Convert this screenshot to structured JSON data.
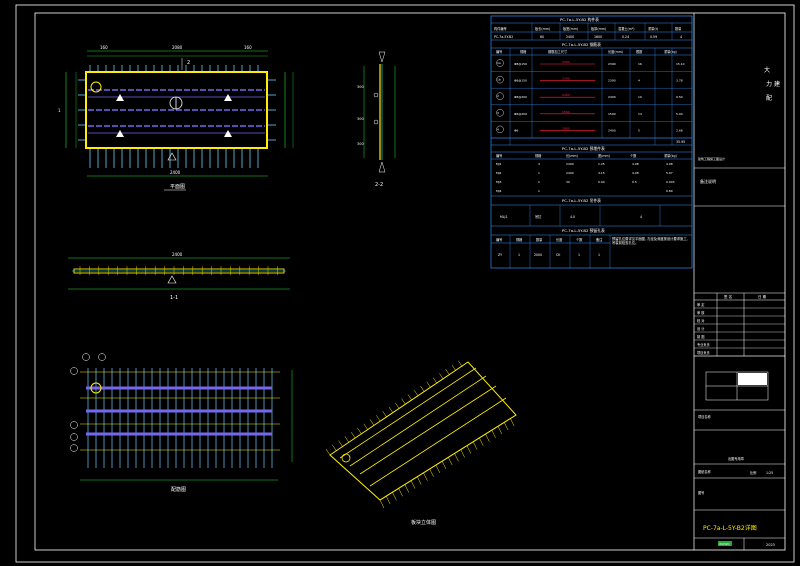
{
  "colors": {
    "background": "#000000",
    "frame": "#ffffff",
    "table": "#2f8fff",
    "rebar_blue": "#66ccff",
    "rebar_purple": "#7766ee",
    "slab_edge": "#ffee00",
    "dimension": "#22dd33",
    "accent_red": "#ff2244",
    "cyan": "#22eeff"
  },
  "views": {
    "plan_title": "平面图",
    "plan_dims_top": [
      "160",
      "2080",
      "160"
    ],
    "plan_dims_bottom": "2400",
    "plan_section_mark": "2",
    "section_1_title": "1-1",
    "section_1_dim": "2400",
    "section_2_title": "2-2",
    "rebar_plan_title": "配筋图",
    "iso_title": "板块立体图"
  },
  "table": {
    "title_main": "PC-7a-L-5Y-B2 构件表",
    "main_headers": [
      "构件编号",
      "板长(mm)",
      "板宽(mm)",
      "板厚(mm)",
      "混凝土(m³)",
      "重量(t)",
      "数量"
    ],
    "main_row": [
      "PC-7a-5Y-B2",
      "60",
      "2400",
      "1600",
      "0.24",
      "0.59",
      "4"
    ],
    "rebar_title": "PC-7a-L-5Y-B2 钢筋表",
    "rebar_headers": [
      "编号",
      "规格",
      "钢筋加工尺寸",
      "",
      "",
      "长度(mm)",
      "根数",
      "重量(kg)"
    ],
    "rebar_rows": [
      {
        "id": "1a",
        "spec": "Φ8@150",
        "dim": "2390",
        "len": "2390",
        "count": "16",
        "weight": "15.10"
      },
      {
        "id": "1b",
        "spec": "Φ8@150",
        "dim": "2390",
        "len": "2390",
        "count": "4",
        "weight": "3.78"
      },
      {
        "id": "2",
        "spec": "Φ8@200",
        "dim": "2400",
        "len": "2400",
        "count": "10",
        "weight": "9.50"
      },
      {
        "id": "3",
        "spec": "Φ6@200",
        "dim": "1590",
        "len": "1590",
        "count": "14",
        "weight": "5.00"
      },
      {
        "id": "4",
        "spec": "Φ6",
        "dim": "2400",
        "len": "2400",
        "count": "5",
        "weight": "2.66"
      }
    ],
    "rebar_total": "35.95",
    "embed_title": "PC-7a-L-5Y-B2 预埋件表",
    "embed_headers": [
      "编号",
      "规格",
      "长(mm)",
      "宽(mm)",
      "个数",
      "重量(kg)"
    ],
    "embed_rows": [
      [
        "MJ1",
        "4",
        "2400",
        "1.25",
        "4.08",
        "4.98"
      ],
      [
        "MJ2",
        "1",
        "2400",
        "3.15",
        "4.08",
        "5.07"
      ],
      [
        "MJ3",
        "1",
        "30",
        "0.04",
        "0.5",
        "0.043"
      ],
      [
        "MJ4",
        "1",
        "",
        "",
        "",
        "0.80"
      ]
    ],
    "lift_title": "PC-7a-L-5Y-B2 吊件表",
    "lift_row": [
      "MLJ1",
      "吊钉",
      "4.0",
      "4"
    ],
    "lift2_title": "PC-7a-L-5Y-B2 预留孔表",
    "lift2_headers": [
      "编号",
      "规格",
      "数量",
      "长度",
      "个数",
      "备注"
    ],
    "lift2_row": [
      "ZY",
      "1",
      "2000",
      "CK",
      "1",
      "1"
    ],
    "lift2_note": "预留孔位置详见平面图, 孔径及深度按设计要求施工, 吊装前检查孔位。"
  },
  "title_block": {
    "company_1": "大",
    "company_2": "力",
    "company_3": "建",
    "company_4": "配",
    "small_note": "建筑工程施工图设计",
    "remark_label": "备注说明",
    "row_labels": [
      "审 定",
      "审 核",
      "校 对",
      "设 计",
      "制 图",
      "专业负责",
      "项目负责"
    ],
    "col_a": "签 名",
    "col_b": "日 期",
    "project": "项目名称",
    "sheet_name": "图纸名称",
    "scale_label": "比例",
    "scale_value": "1:25",
    "drawing_no_label": "图号",
    "drawing_no": "PC-7a-L-5Y-B2详图",
    "stamp_note": "出图专用章",
    "version": "2023",
    "green_tag": "WQWQ"
  }
}
